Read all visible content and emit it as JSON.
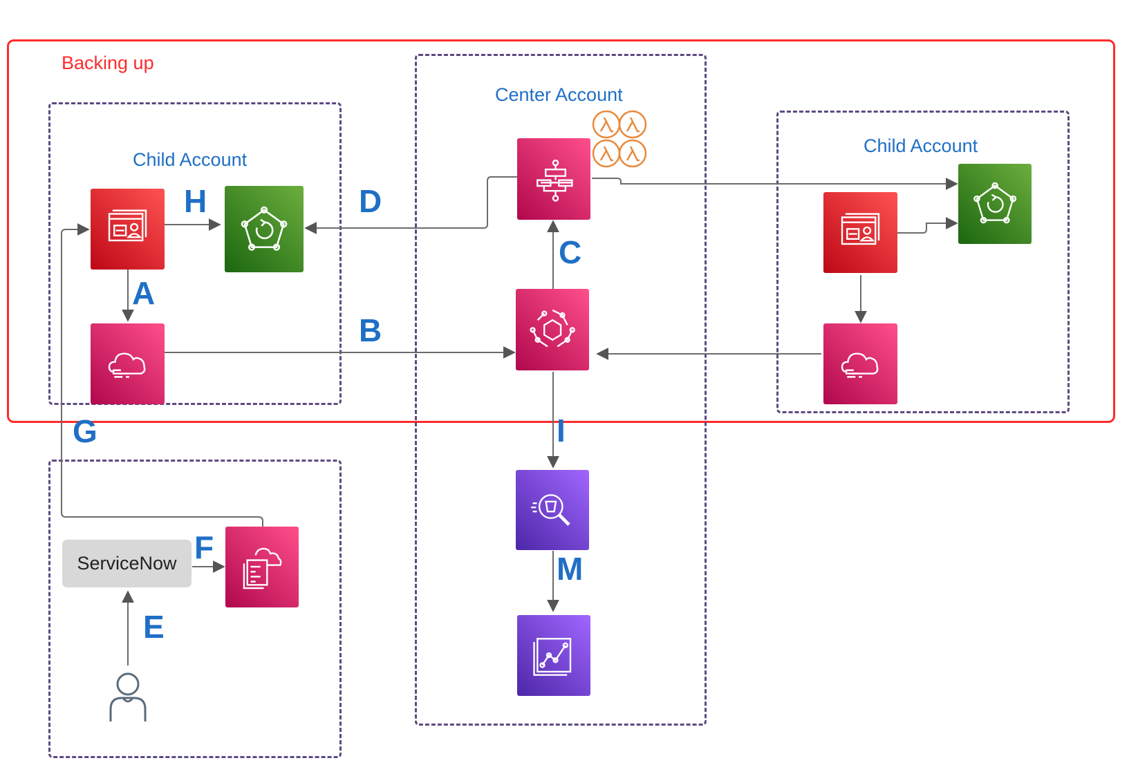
{
  "regions": {
    "backing_up": "Backing up",
    "child_left": "Child Account",
    "center": "Center Account",
    "child_right": "Child Account"
  },
  "steps": {
    "a": "A",
    "b": "B",
    "c": "C",
    "d": "D",
    "e": "E",
    "f": "F",
    "g": "G",
    "h": "H",
    "i": "I",
    "m": "M"
  },
  "servicenow_label": "ServiceNow",
  "colors": {
    "backing_up_border": "#ff2b2b",
    "account_border": "#5c4a80",
    "label_blue": "#1f6fc5"
  },
  "icons": {
    "backup_plan": "account-card-icon",
    "backup_vault": "backup-icon",
    "cloudwatch": "cloudwatch-events-icon",
    "step_functions": "step-functions-icon",
    "lambda": "lambda-icon",
    "eventbridge": "eventbridge-icon",
    "athena": "athena-icon",
    "quicksight": "quicksight-icon",
    "service_catalog": "service-catalog-icon",
    "user": "user-icon"
  }
}
